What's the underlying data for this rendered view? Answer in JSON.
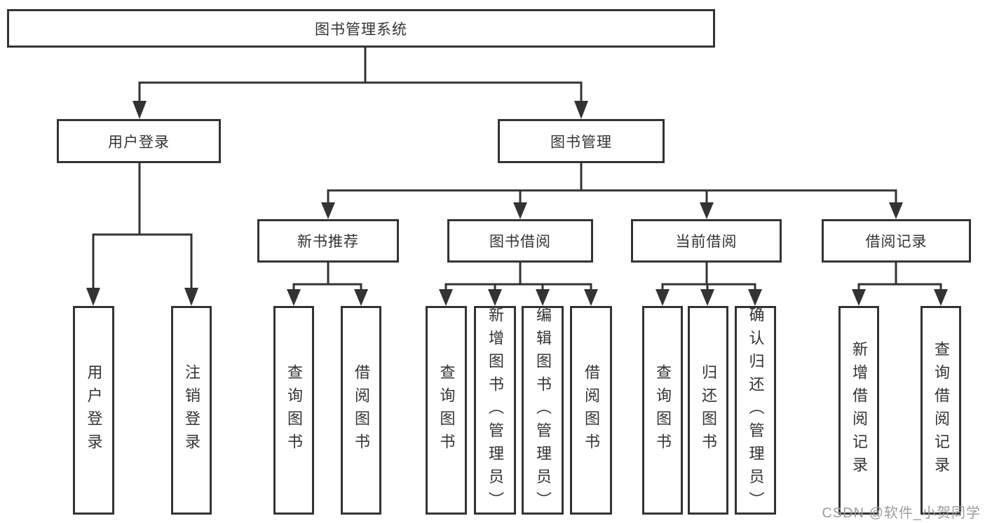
{
  "diagram_title": "图书管理系统",
  "nodes": {
    "root": "图书管理系统",
    "user_login": "用户登录",
    "book_management": "图书管理",
    "new_book_recommend": "新书推荐",
    "book_borrowing": "图书借阅",
    "current_borrowing": "当前借阅",
    "borrowing_records": "借阅记录",
    "leaf_user_login": "用户登录",
    "leaf_logout": "注销登录",
    "leaf_nbr_query_books": "查询图书",
    "leaf_nbr_borrow_books": "借阅图书",
    "leaf_bb_query_books": "查询图书",
    "leaf_bb_add_books_admin": "新增图书（管理员）",
    "leaf_bb_edit_books_admin": "编辑图书（管理员）",
    "leaf_bb_borrow_books": "借阅图书",
    "leaf_cb_query_books": "查询图书",
    "leaf_cb_return_books": "归还图书",
    "leaf_cb_confirm_return_admin": "确认归还（管理员）",
    "leaf_br_add_record": "新增借阅记录",
    "leaf_br_query_record": "查询借阅记录"
  },
  "hierarchy": [
    {
      "parent": "图书管理系统",
      "children": [
        "用户登录",
        "图书管理"
      ]
    },
    {
      "parent": "用户登录",
      "children": [
        "用户登录",
        "注销登录"
      ]
    },
    {
      "parent": "图书管理",
      "children": [
        "新书推荐",
        "图书借阅",
        "当前借阅",
        "借阅记录"
      ]
    },
    {
      "parent": "新书推荐",
      "children": [
        "查询图书",
        "借阅图书"
      ]
    },
    {
      "parent": "图书借阅",
      "children": [
        "查询图书",
        "新增图书（管理员）",
        "编辑图书（管理员）",
        "借阅图书"
      ]
    },
    {
      "parent": "当前借阅",
      "children": [
        "查询图书",
        "归还图书",
        "确认归还（管理员）"
      ]
    },
    {
      "parent": "借阅记录",
      "children": [
        "新增借阅记录",
        "查询借阅记录"
      ]
    }
  ],
  "watermark": "CSDN @软件_小贺同学",
  "colors": {
    "line": "#333333",
    "box_border": "#333333",
    "text": "#333333",
    "watermark": "#9b9b9b",
    "background": "#ffffff"
  }
}
